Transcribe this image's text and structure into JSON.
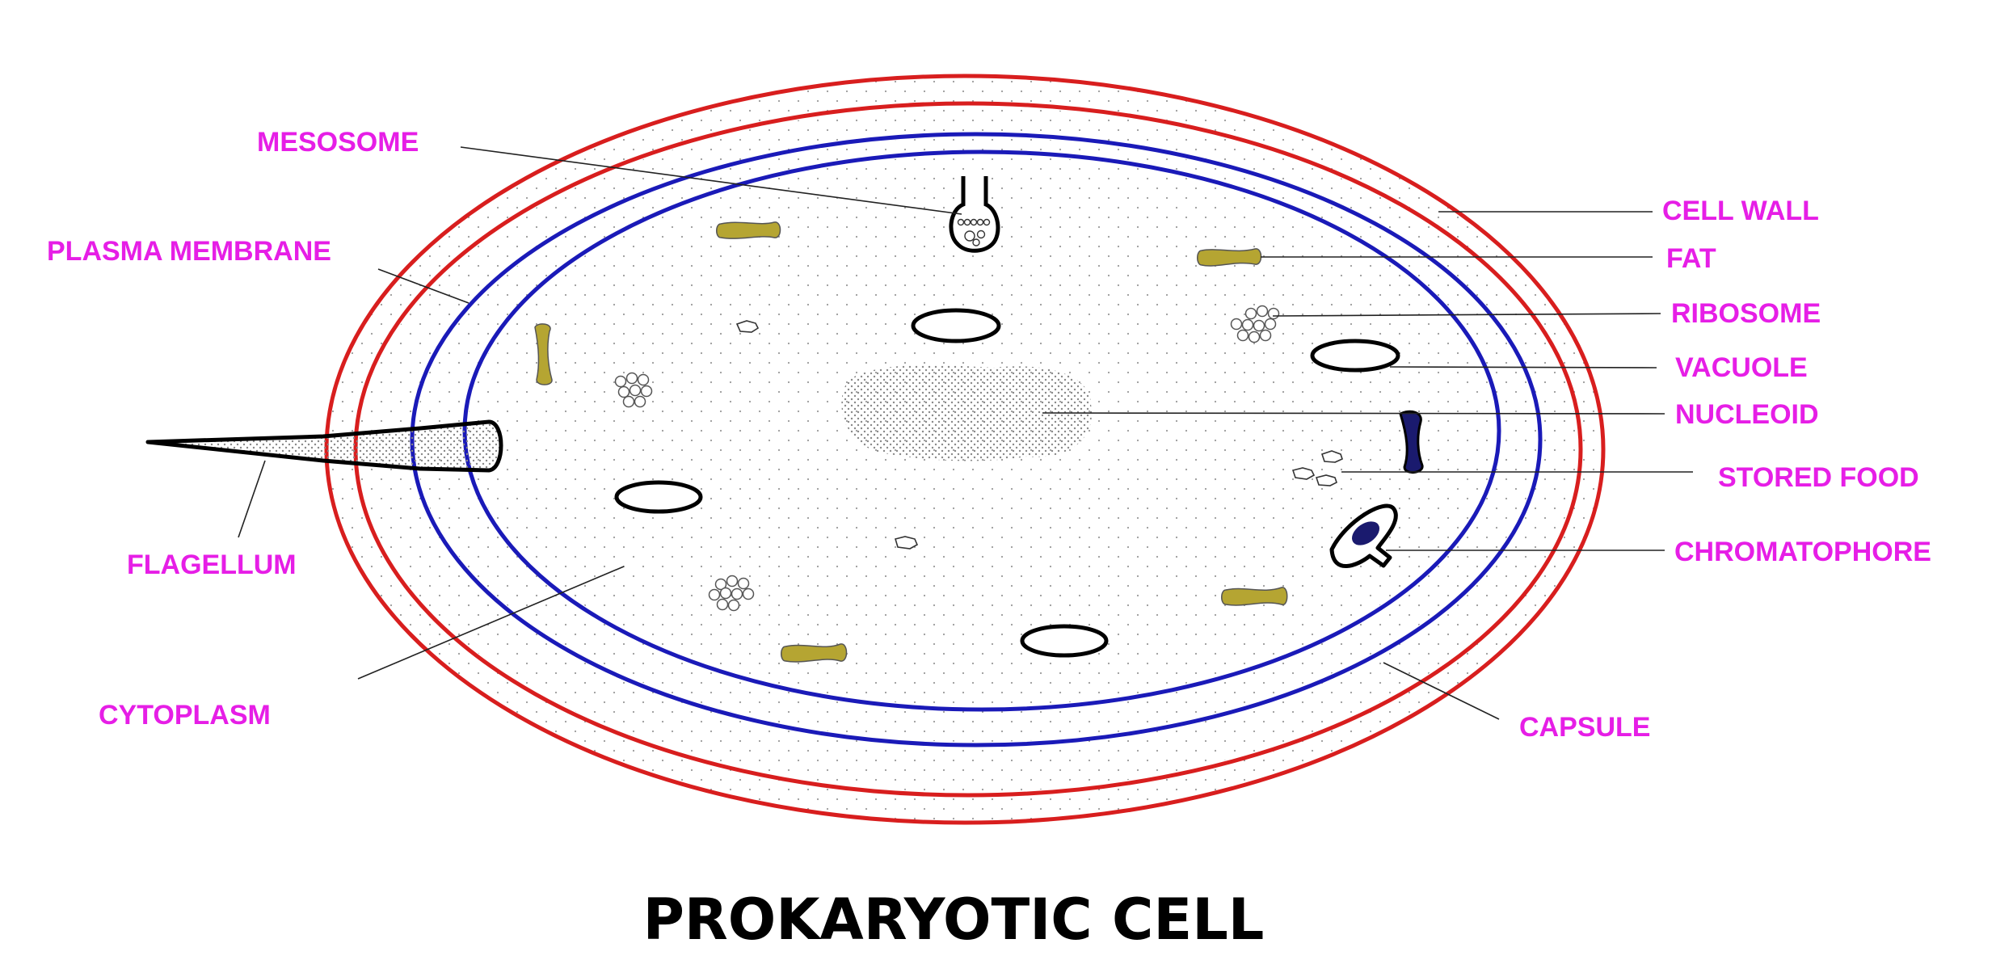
{
  "title": "PROKARYOTIC CELL",
  "labels": {
    "mesosome": "MESOSOME",
    "plasma_membrane": "PLASMA MEMBRANE",
    "flagellum": "FLAGELLUM",
    "cytoplasm": "CYTOPLASM",
    "cell_wall": "CELL WALL",
    "fat": "FAT",
    "ribosome": "RIBOSOME",
    "vacuole": "VACUOLE",
    "nucleoid": "NUCLEOID",
    "stored_food": "STORED FOOD",
    "chromatophore": "CHROMATOPHORE",
    "capsule": "CAPSULE"
  },
  "colors": {
    "label": "#e61ee6",
    "title": "#000000",
    "capsule_outline": "#d81e1e",
    "cell_wall_outline": "#d81e1e",
    "plasma_membrane_outline": "#1a1ab8",
    "fat_granule": "#b5a532",
    "chromatophore_core": "#1a1a6e"
  }
}
